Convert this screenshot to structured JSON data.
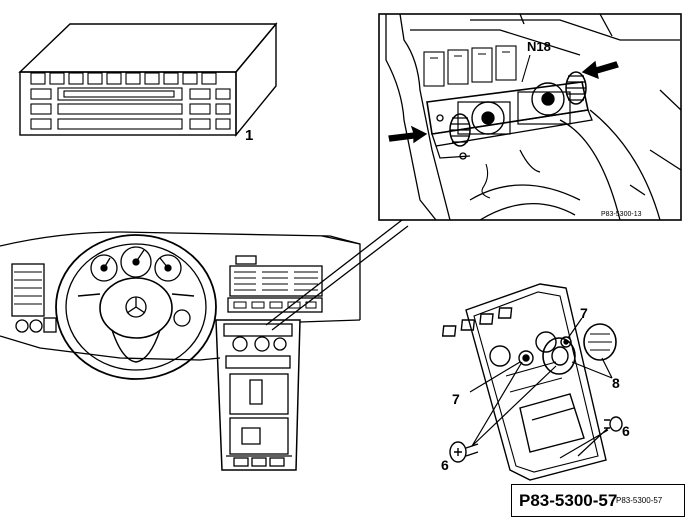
{
  "labels": {
    "radio_unit": "1",
    "control_unit": "N18",
    "screw_a": "7",
    "screw_b": "7",
    "knob": "8",
    "screw_c": "6",
    "screw_d": "6"
  },
  "inset_code": "P83-5300-13",
  "figure_code": "P83-5300-57",
  "figure_code_small": "P83-5300-57"
}
